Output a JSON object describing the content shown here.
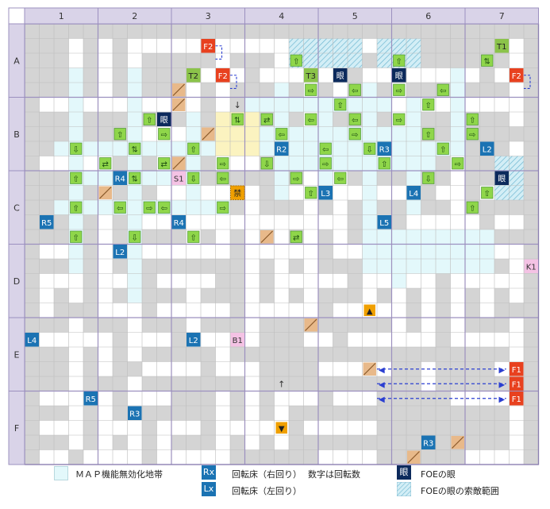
{
  "map": {
    "columns": [
      "1",
      "2",
      "3",
      "4",
      "5",
      "6",
      "7"
    ],
    "rows": [
      "A",
      "B",
      "C",
      "D",
      "E",
      "F"
    ],
    "colors": {
      "header": "#d9d3e8",
      "wall": "#d4d4d4",
      "floor": "#ffffff",
      "nofunc": "#e3f8fb",
      "grid": "#bdbdbd",
      "arrow_fill": "#8fd64a",
      "arrow_border": "#3f8a2a",
      "spin": "#1b73b3",
      "foe_eye": "#0c2a5c",
      "foe_range": "#a8d8e6",
      "foe": "#e8411f",
      "target": "#8bc34a",
      "switch": "#f4c2e4",
      "gate": "#fbf3c0",
      "door": "#e8b98a",
      "hole": "#f0a000"
    },
    "tiles": [
      {
        "label": "F2",
        "kind": "foe",
        "col": 1,
        "row": 1
      },
      {
        "label": "F2",
        "kind": "foe",
        "col": 2,
        "row": 2
      },
      {
        "label": "F2",
        "kind": "foe",
        "col": 6,
        "row": 2
      },
      {
        "label": "T1",
        "kind": "target",
        "col": 6,
        "row": 1
      },
      {
        "label": "T2",
        "kind": "target",
        "col": 2,
        "row": 2
      },
      {
        "label": "T3",
        "kind": "target",
        "col": 0,
        "row": 16
      },
      {
        "label": "眼",
        "kind": "eye",
        "col": 3,
        "row": 2
      },
      {
        "label": "眼",
        "kind": "eye",
        "col": 4,
        "row": 2
      },
      {
        "label": "眼",
        "kind": "eye",
        "col": 5,
        "row": 2
      },
      {
        "label": "眼",
        "kind": "eye",
        "col": 6,
        "row": 6
      },
      {
        "label": "R2",
        "kind": "spin",
        "col": 2,
        "row": 4
      },
      {
        "label": "R3",
        "kind": "spin",
        "col": 3,
        "row": 5
      },
      {
        "label": "L2",
        "kind": "spin",
        "col": 4,
        "row": 5
      },
      {
        "label": "R4",
        "kind": "spin",
        "col": 5,
        "row": 5
      },
      {
        "label": "L3",
        "kind": "spin",
        "col": 1,
        "row": 6
      },
      {
        "label": "L4",
        "kind": "spin",
        "col": 4,
        "row": 7
      },
      {
        "label": "R5",
        "kind": "spin",
        "col": 5,
        "row": 7
      },
      {
        "label": "R4",
        "kind": "spin",
        "col": 0,
        "row": 8
      },
      {
        "label": "L5",
        "kind": "spin",
        "col": 2,
        "row": 8
      },
      {
        "label": "L2",
        "kind": "spin",
        "col": 4,
        "row": 8
      },
      {
        "label": "L4",
        "kind": "spin",
        "col": 1,
        "row": 10
      },
      {
        "label": "L2",
        "kind": "spin",
        "col": 0,
        "row": 12
      },
      {
        "label": "R3",
        "kind": "spin",
        "col": 2,
        "row": 12
      },
      {
        "label": "R5",
        "kind": "spin",
        "col": 1,
        "row": 16
      },
      {
        "label": "R3",
        "kind": "spin",
        "col": 5,
        "row": 17
      },
      {
        "label": "S1",
        "kind": "switch",
        "col": 2,
        "row": 6
      },
      {
        "label": "K1",
        "kind": "switch",
        "col": 6,
        "row": 9
      },
      {
        "label": "B1",
        "kind": "switch",
        "col": 3,
        "row": 12
      },
      {
        "label": "F1",
        "kind": "foe",
        "col": 6,
        "row": 14
      },
      {
        "label": "F1",
        "kind": "foe",
        "col": 6,
        "row": 15
      },
      {
        "label": "F1",
        "kind": "foe",
        "col": 6,
        "row": 16
      },
      {
        "label": "禁",
        "kind": "gate",
        "col": 3,
        "row": 7
      }
    ],
    "arrows": [
      "⇧",
      "⇩",
      "⇦",
      "⇨",
      "⇅",
      "⇄"
    ],
    "stair_up": "▲",
    "stair_down": "▼",
    "marker_down": "↓",
    "marker_up": "↑"
  },
  "legend": {
    "nofunc_label": "ＭＡＰ機能無効化地帯",
    "rx_icon": "Rx",
    "lx_icon": "Lx",
    "rx_label": "回転床（右回り）",
    "lx_label": "回転床（左回り）",
    "count_note": "数字は回転数",
    "eye_icon": "眼",
    "eye_label": "FOEの眼",
    "range_label": "FOEの眼の索敵範囲"
  }
}
